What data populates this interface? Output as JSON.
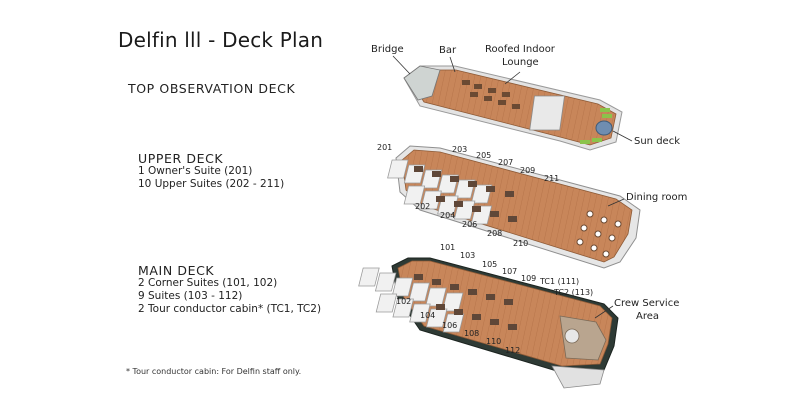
{
  "title": "Delfin lll - Deck Plan",
  "decks": {
    "top": {
      "heading": "TOP OBSERVATION DECK"
    },
    "upper": {
      "heading": "UPPER DECK",
      "lines": [
        "1 Owner's Suite (201)",
        "10 Upper Suites  (202 - 211)"
      ]
    },
    "main": {
      "heading": "MAIN DECK",
      "lines": [
        "2 Corner Suites (101, 102)",
        "9 Suites (103 - 112)",
        "2 Tour conductor cabin* (TC1, TC2)"
      ]
    }
  },
  "footnote": "* Tour conductor cabin: For Delfin staff only.",
  "callouts": {
    "bridge": "Bridge",
    "bar": "Bar",
    "lounge_1": "Roofed Indoor",
    "lounge_2": "Lounge",
    "sun_deck": "Sun deck",
    "dining_room": "Dining room",
    "crew_1": "Crew Service",
    "crew_2": "Area"
  },
  "cabins": {
    "upper": [
      "201",
      "203",
      "205",
      "207",
      "209",
      "211",
      "202",
      "204",
      "206",
      "208",
      "210"
    ],
    "main": [
      "101",
      "103",
      "105",
      "107",
      "109",
      "TC1 (111)",
      "TC2 (113)",
      "102",
      "104",
      "106",
      "108",
      "110",
      "112"
    ]
  },
  "colors": {
    "wood": "#c8865a",
    "wood_dark": "#a9673f",
    "hull": "#2e3a35",
    "roof": "#d9d9d9",
    "cabin_wall": "#bdbdbd",
    "green": "#8bc34a"
  }
}
